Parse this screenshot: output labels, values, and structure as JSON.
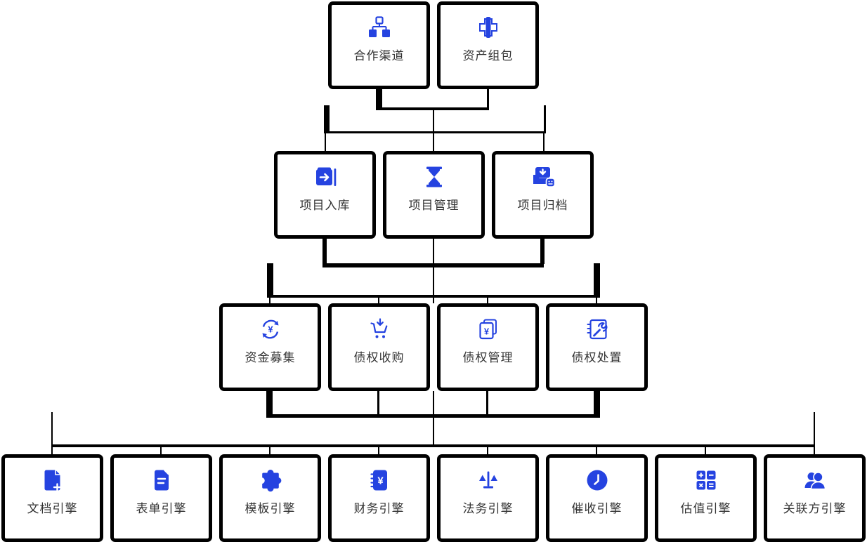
{
  "diagram": {
    "colors": {
      "icon_blue": "#2543E0",
      "line_black": "#000000",
      "label_color": "#333333",
      "background": "#FFFFFF"
    },
    "rows": [
      {
        "id": "row-channels",
        "boxes": [
          {
            "label": "合作渠道",
            "icon": "sitemap-icon"
          },
          {
            "label": "资产组包",
            "icon": "asset-package-icon"
          }
        ]
      },
      {
        "id": "row-project",
        "boxes": [
          {
            "label": "项目入库",
            "icon": "project-import-icon"
          },
          {
            "label": "项目管理",
            "icon": "hourglass-icon"
          },
          {
            "label": "项目归档",
            "icon": "archive-inbox-icon"
          }
        ]
      },
      {
        "id": "row-debt",
        "boxes": [
          {
            "label": "资金募集",
            "icon": "fund-cycle-icon"
          },
          {
            "label": "债权收购",
            "icon": "cart-download-icon"
          },
          {
            "label": "债权管理",
            "icon": "yuan-card-icon"
          },
          {
            "label": "债权处置",
            "icon": "wrench-doc-icon"
          }
        ]
      },
      {
        "id": "row-engines",
        "boxes": [
          {
            "label": "文档引擎",
            "icon": "document-add-icon"
          },
          {
            "label": "表单引擎",
            "icon": "form-icon"
          },
          {
            "label": "模板引擎",
            "icon": "puzzle-icon"
          },
          {
            "label": "财务引擎",
            "icon": "finance-book-icon"
          },
          {
            "label": "法务引擎",
            "icon": "scales-icon"
          },
          {
            "label": "催收引擎",
            "icon": "clock-icon"
          },
          {
            "label": "估值引擎",
            "icon": "calculator-icon"
          },
          {
            "label": "关联方引擎",
            "icon": "users-icon"
          }
        ]
      }
    ]
  }
}
